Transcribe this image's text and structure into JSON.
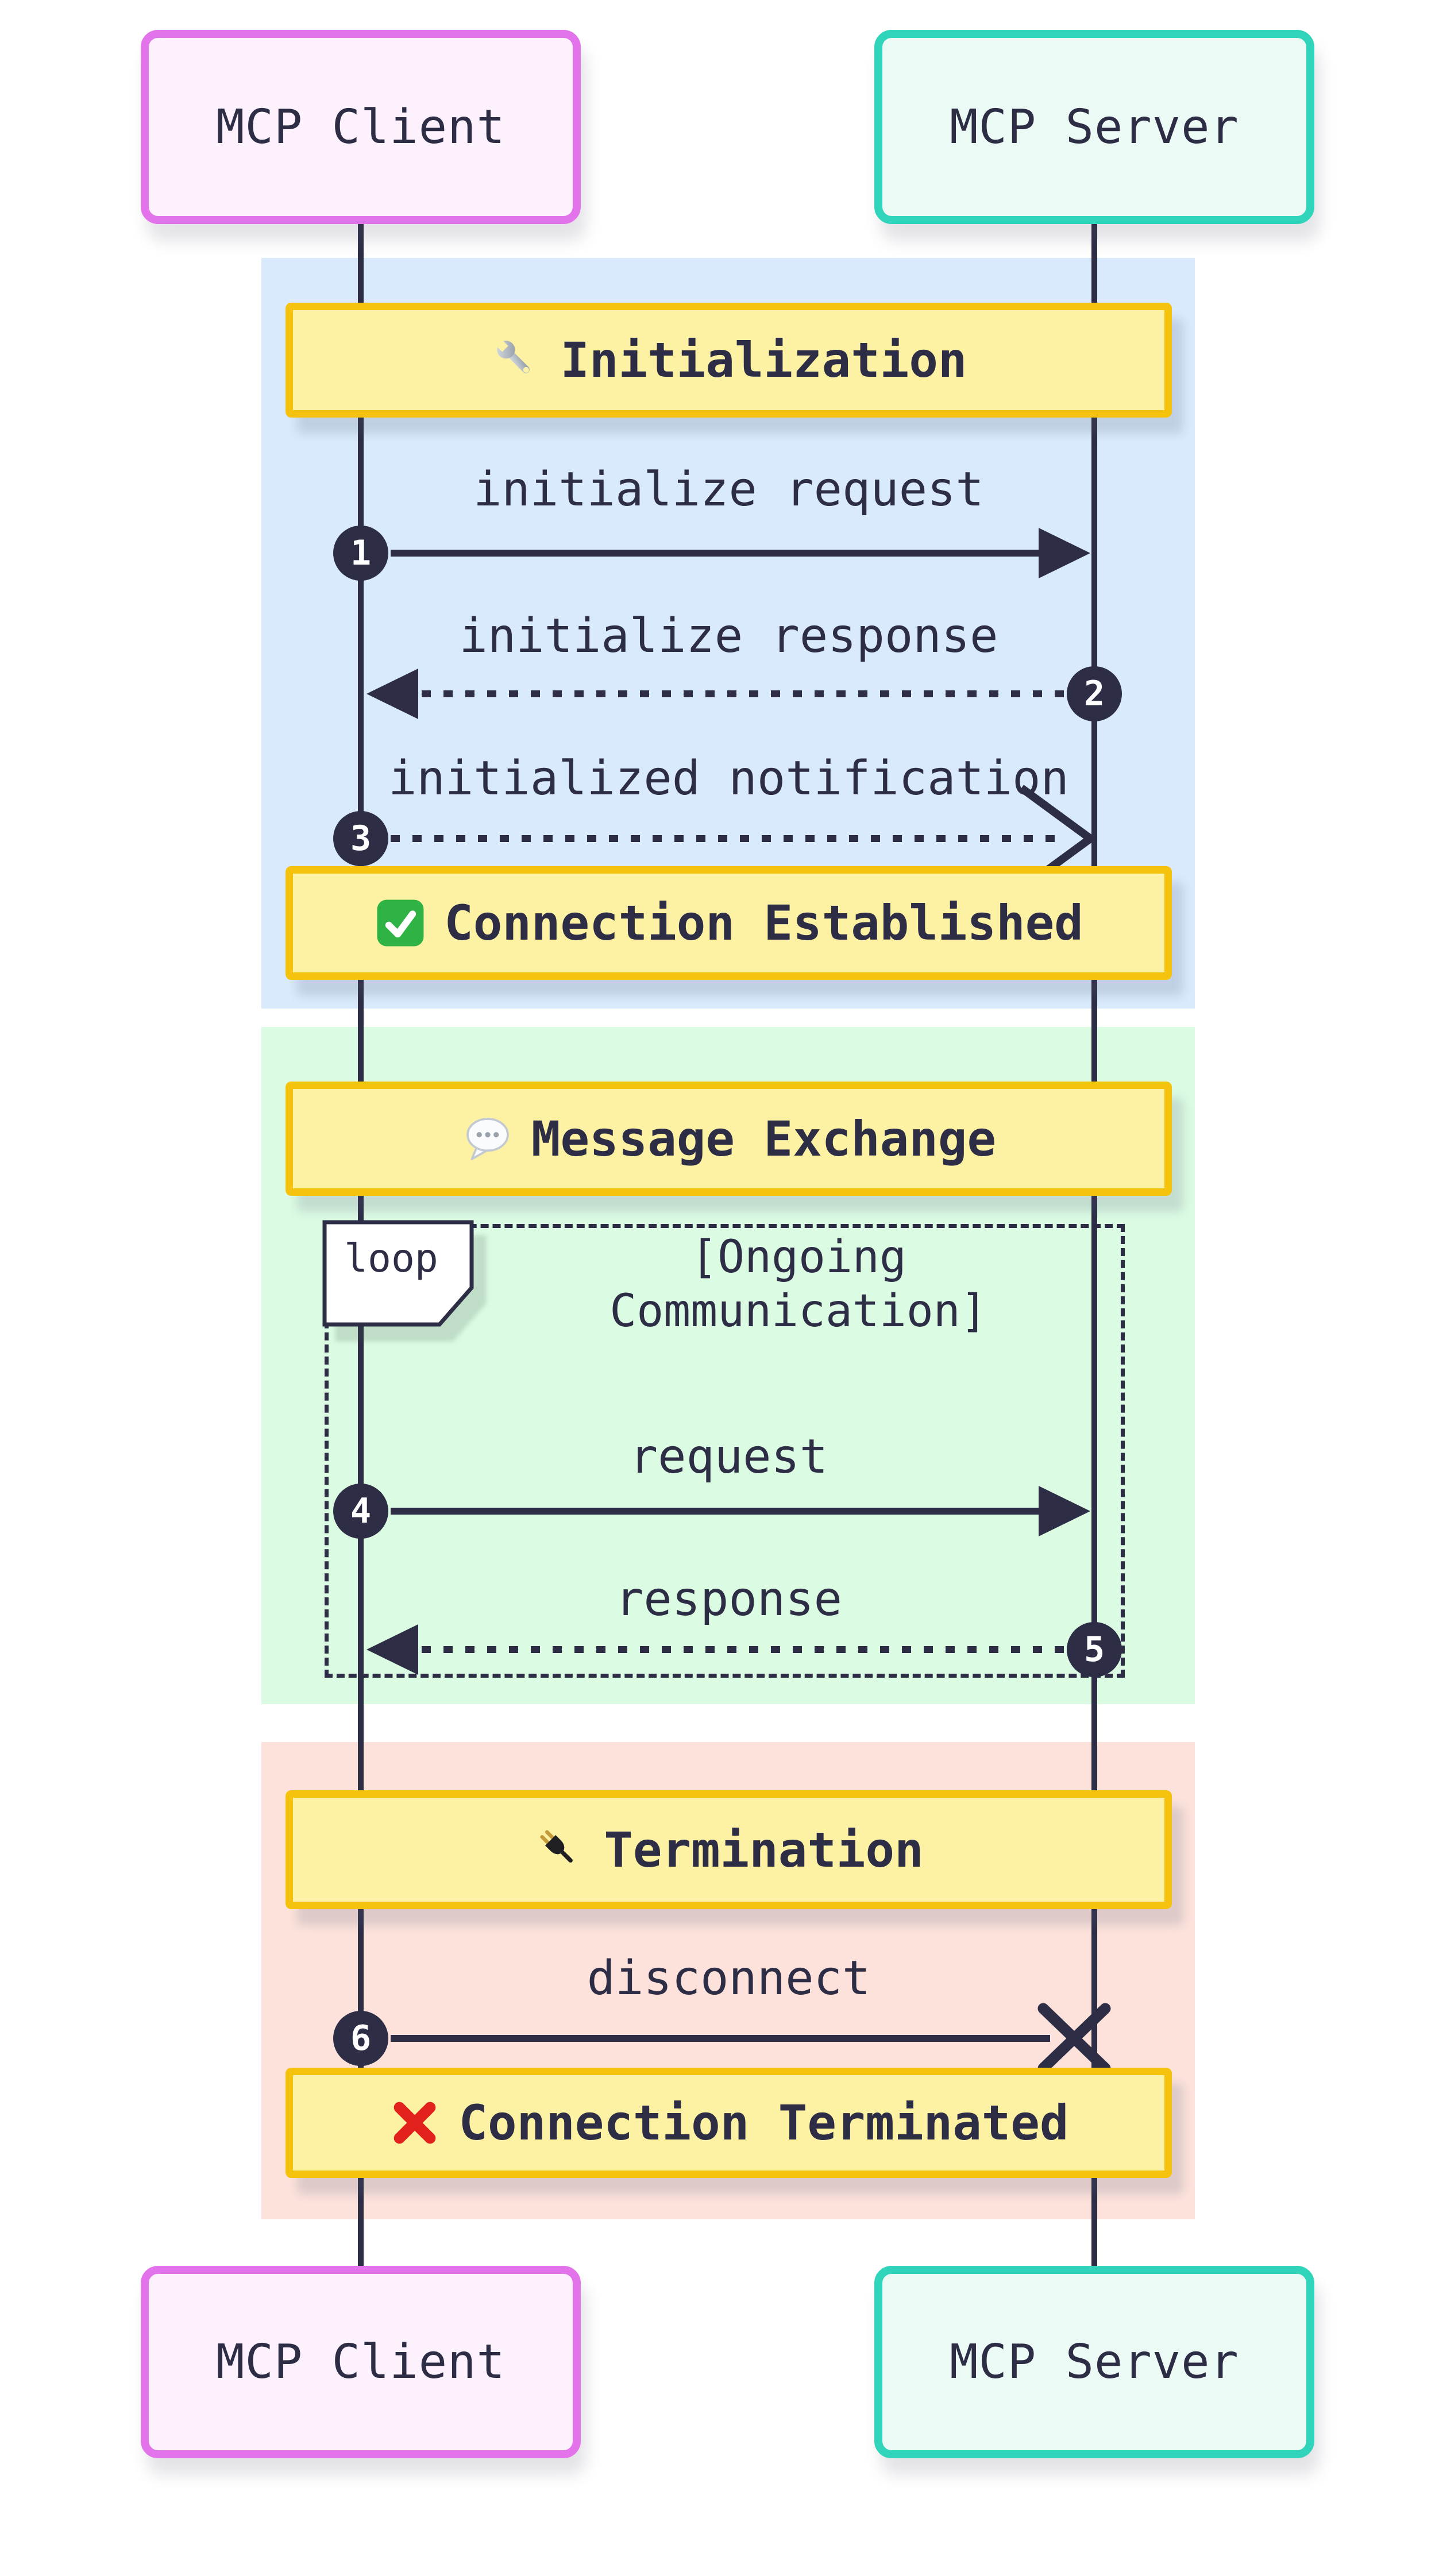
{
  "actors": {
    "client": {
      "label": "MCP Client"
    },
    "server": {
      "label": "MCP Server"
    }
  },
  "notes": {
    "initialization": {
      "label": "Initialization",
      "icon": "wrench-icon"
    },
    "connection_established": {
      "label": "Connection Established",
      "icon": "check-icon"
    },
    "message_exchange": {
      "label": "Message Exchange",
      "icon": "speech-balloon-icon"
    },
    "termination": {
      "label": "Termination",
      "icon": "plug-icon"
    },
    "connection_terminated": {
      "label": "Connection Terminated",
      "icon": "cross-icon"
    }
  },
  "messages": [
    {
      "badge": "1",
      "label": "initialize request",
      "from": "client",
      "to": "server",
      "line": "solid",
      "arrowhead": "filled"
    },
    {
      "badge": "2",
      "label": "initialize response",
      "from": "server",
      "to": "client",
      "line": "dashed",
      "arrowhead": "filled"
    },
    {
      "badge": "3",
      "label": "initialized notification",
      "from": "client",
      "to": "server",
      "line": "dashed",
      "arrowhead": "open"
    },
    {
      "badge": "4",
      "label": "request",
      "from": "client",
      "to": "server",
      "line": "solid",
      "arrowhead": "filled"
    },
    {
      "badge": "5",
      "label": "response",
      "from": "server",
      "to": "client",
      "line": "dashed",
      "arrowhead": "filled"
    },
    {
      "badge": "6",
      "label": "disconnect",
      "from": "client",
      "to": "server",
      "line": "solid",
      "arrowhead": "cross"
    }
  ],
  "loop": {
    "label": "loop",
    "condition_line1": "[Ongoing",
    "condition_line2": "Communication]"
  },
  "colors": {
    "background": "#ffffff",
    "text": "#2d2d46",
    "lifeline": "#2d2d46",
    "client_fill": "#fdf1fd",
    "client_border": "#e273eb",
    "server_fill": "#ecfaf5",
    "server_border": "#2fd4ba",
    "phase_initialization_bg": "#d9eafc",
    "phase_message_exchange_bg": "#dcfbe3",
    "phase_termination_bg": "#fce2db",
    "note_fill": "#fdf2a4",
    "note_border": "#f5c30d",
    "badge_fill": "#2d2d46",
    "badge_text": "#ffffff",
    "check_green": "#2fb344",
    "cross_red": "#e2201c"
  }
}
